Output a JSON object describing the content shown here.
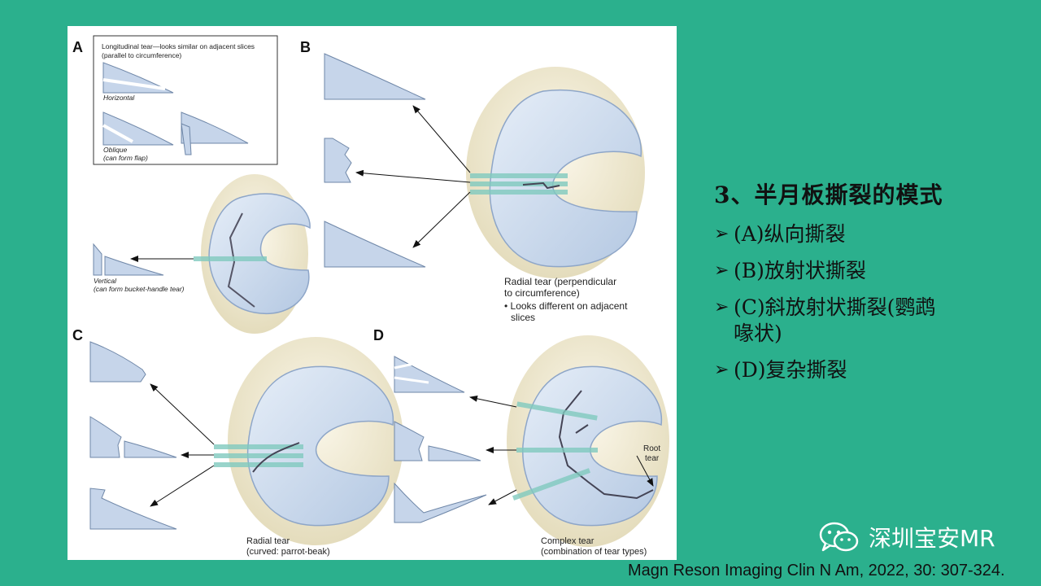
{
  "figure": {
    "panel_a": {
      "letter": "A",
      "box_title": "Longitudinal tear—looks similar on adjacent slices",
      "box_subtitle": "(parallel to circumference)",
      "horizontal_label": "Horizontal",
      "oblique_label": "Oblique",
      "oblique_note": "(can form flap)",
      "vertical_label": "Vertical",
      "vertical_note": "(can form bucket-handle tear)"
    },
    "panel_b": {
      "letter": "B",
      "caption_line1": "Radial tear (perpendicular",
      "caption_line2": "to circumference)",
      "caption_line3": "• Looks different on adjacent",
      "caption_line4": "slices"
    },
    "panel_c": {
      "letter": "C",
      "caption_line1": "Radial tear",
      "caption_line2": "(curved: parrot-beak)"
    },
    "panel_d": {
      "letter": "D",
      "root_label_1": "Root",
      "root_label_2": "tear",
      "caption_line1": "Complex tear",
      "caption_line2": "(combination of tear types)"
    }
  },
  "side": {
    "title": "3、半月板撕裂的模式",
    "bullet_symbol": "➢",
    "items": [
      {
        "text": "(A)纵向撕裂"
      },
      {
        "text": "(B)放射状撕裂"
      },
      {
        "text": "(C)斜放射状撕裂(鹦鹉\n喙状)"
      },
      {
        "text": "(D)复杂撕裂"
      }
    ]
  },
  "citation": "Magn Reson Imaging Clin N Am, 2022, 30: 307-324.",
  "watermark": {
    "icon": "wechat-icon",
    "label": "深圳宝安MR"
  },
  "colors": {
    "background": "#2BB08D",
    "meniscus": "#C9D8EC",
    "meniscus_edge": "#8EA6C8",
    "slice_band": "#7FC9BE"
  }
}
